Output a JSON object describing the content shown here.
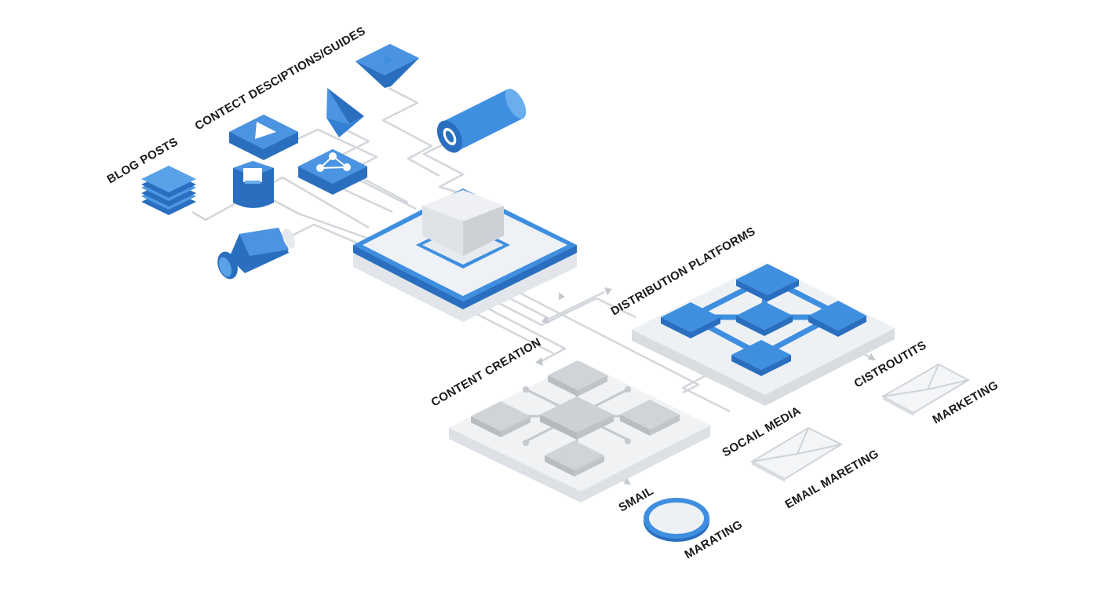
{
  "labels": {
    "blog_posts": "BLOG POSTS",
    "content_descriptions": "CONTECT DESCIPTIONS/GUIDES",
    "distribution_platforms": "DISTRIBUTION PLATFORMS",
    "content_creation": "CONTENT CREATION",
    "cistroutits": "CISTROUTITS",
    "marketing_right": "MARKETING",
    "social_media": "SOCAIL MEDIA",
    "email_marketing": "EMAIL MARETING",
    "small": "SMAIL",
    "marating": "MARATING"
  },
  "colors": {
    "blue": "#3f8fe0",
    "blue_dark": "#2a6fbf",
    "blue_light": "#6aaeee",
    "platform_light": "#eef1f4",
    "platform_side": "#d9dde2",
    "connector": "#cfd4d9",
    "grey_node": "#c9ccd0"
  },
  "icons": [
    "blog-posts-stack-icon",
    "video-play-tile-icon",
    "play-funnel-icon",
    "pyramid-icon",
    "share-network-tile-icon",
    "cylinder-tube-icon",
    "document-drum-icon",
    "projector-icon",
    "central-hub-cube-icon",
    "distribution-network-icon",
    "content-creation-grid-icon",
    "envelope-icon",
    "circle-token-icon"
  ]
}
